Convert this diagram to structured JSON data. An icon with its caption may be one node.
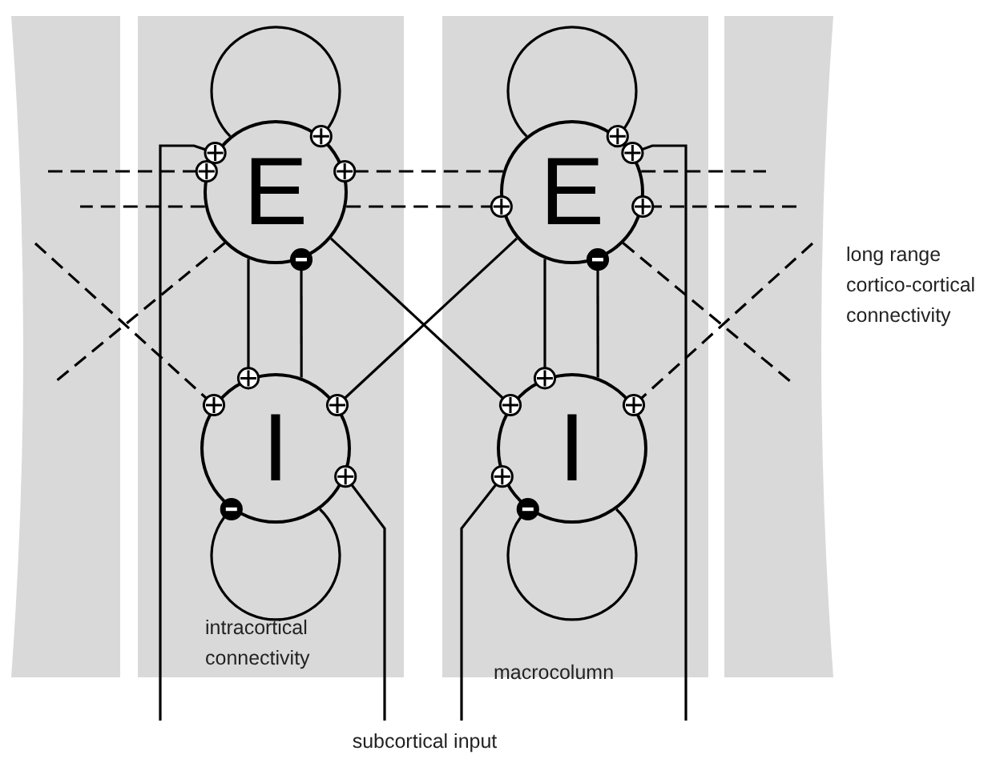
{
  "diagram": {
    "nodes": [
      {
        "text": [
          "E"
        ]
      },
      {
        "text": [
          "I"
        ]
      },
      {
        "text": [
          "E"
        ]
      },
      {
        "text": [
          "I"
        ]
      },
      {
        "text": [
          "subcortical input"
        ]
      }
    ],
    "edges": [
      {
        "from": 0,
        "to": 0,
        "arrow": "other"
      },
      {
        "from": 0,
        "to": 1,
        "arrow": "other"
      },
      {
        "from": 1,
        "to": 0,
        "arrow": "other"
      },
      {
        "from": 1,
        "to": 1,
        "arrow": "other"
      },
      {
        "from": 0,
        "to": 3,
        "arrow": "other"
      },
      {
        "from": 2,
        "to": 1,
        "arrow": "other"
      },
      {
        "from": 2,
        "to": 2,
        "arrow": "other"
      },
      {
        "from": 2,
        "to": 3,
        "arrow": "other"
      },
      {
        "from": 3,
        "to": 2,
        "arrow": "other"
      },
      {
        "from": 3,
        "to": 3,
        "arrow": "other"
      },
      {
        "from": 2,
        "to": 0,
        "arrow": "other",
        "style": "dashed"
      },
      {
        "from": 0,
        "to": 2,
        "arrow": "other",
        "style": "dashed"
      },
      {
        "from": null,
        "to": 0,
        "arrow": "other",
        "style": "dashed"
      },
      {
        "from": 0,
        "to": null,
        "arrow": "none",
        "style": "dashed"
      },
      {
        "from": 2,
        "to": null,
        "arrow": "none",
        "style": "dashed"
      },
      {
        "from": null,
        "to": 2,
        "arrow": "other",
        "style": "dashed"
      },
      {
        "from": 0,
        "to": null,
        "arrow": "none",
        "style": "dashed"
      },
      {
        "from": null,
        "to": 1,
        "arrow": "other",
        "style": "dashed"
      },
      {
        "from": 2,
        "to": null,
        "arrow": "none",
        "style": "dashed"
      },
      {
        "from": null,
        "to": 3,
        "arrow": "other",
        "style": "dashed"
      },
      {
        "from": 4,
        "to": 0,
        "arrow": "other"
      },
      {
        "from": 4,
        "to": 1,
        "arrow": "other"
      },
      {
        "from": 4,
        "to": 3,
        "arrow": "other"
      },
      {
        "from": 4,
        "to": 2,
        "arrow": "other"
      }
    ],
    "labels": [
      "long range cortico-cortical connectivity",
      "intracortical connectivity",
      "macrocolumn"
    ]
  }
}
